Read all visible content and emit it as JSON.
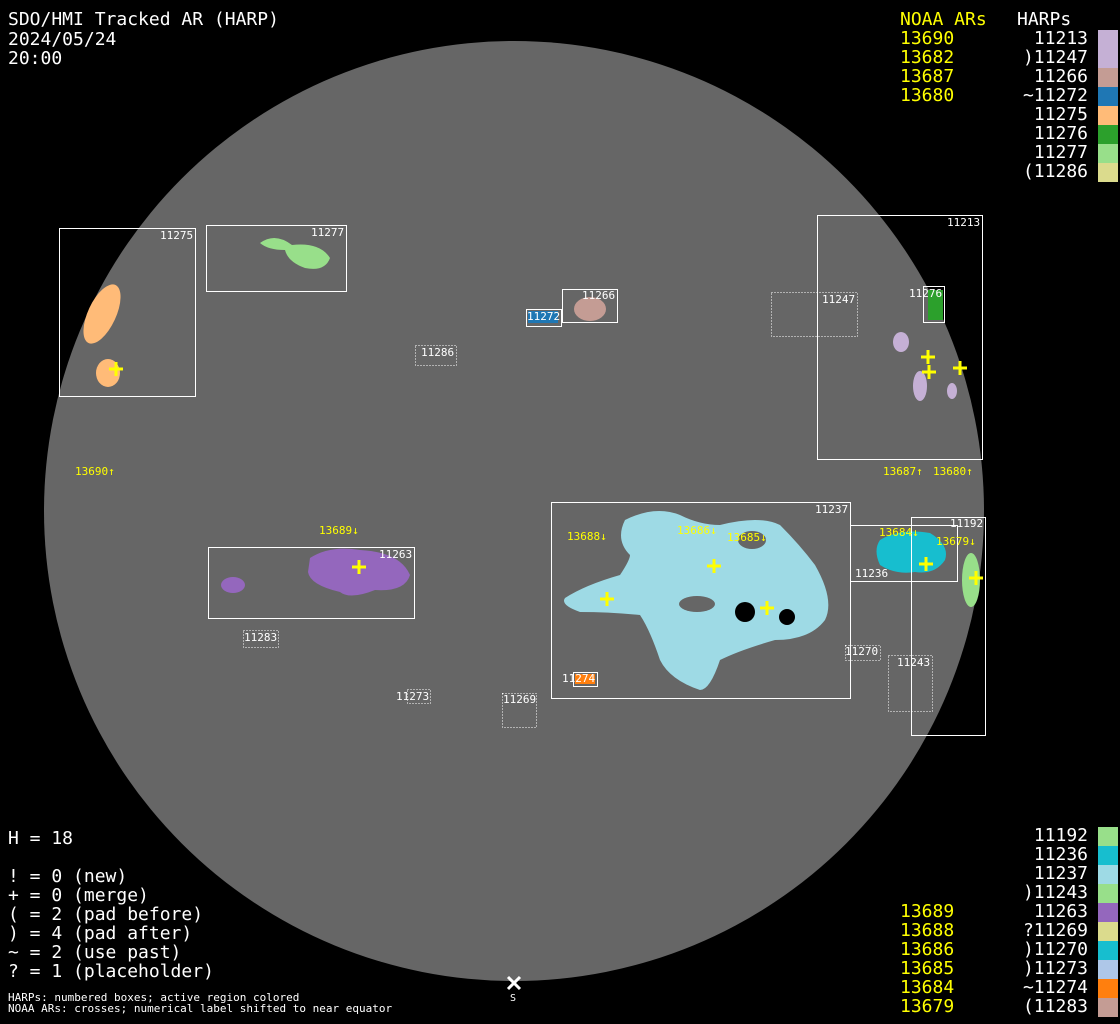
{
  "header": {
    "title": "SDO/HMI Tracked AR (HARP)",
    "date": "2024/05/24",
    "time": "20:00"
  },
  "top_legend": {
    "noaa_header": "NOAA ARs",
    "harp_header": "HARPs",
    "rows": [
      {
        "noaa": "13690",
        "harp": "11213",
        "color": "#c5b0d5"
      },
      {
        "noaa": "13682",
        "harp": ")11247",
        "color": "#c5b0d5"
      },
      {
        "noaa": "13687",
        "harp": "11266",
        "color": "#c49c94"
      },
      {
        "noaa": "13680",
        "harp": "~11272",
        "color": "#1f77b4"
      },
      {
        "noaa": "",
        "harp": "11275",
        "color": "#ffbb78"
      },
      {
        "noaa": "",
        "harp": "11276",
        "color": "#2ca02c"
      },
      {
        "noaa": "",
        "harp": "11277",
        "color": "#98df8a"
      },
      {
        "noaa": "",
        "harp": "(11286",
        "color": "#dbdb8d"
      }
    ]
  },
  "bottom_legend": {
    "rows": [
      {
        "noaa": "",
        "harp": "11192",
        "color": "#98df8a"
      },
      {
        "noaa": "",
        "harp": "11236",
        "color": "#17becf"
      },
      {
        "noaa": "",
        "harp": "11237",
        "color": "#9edae5"
      },
      {
        "noaa": "",
        "harp": ")11243",
        "color": "#98df8a"
      },
      {
        "noaa": "13689",
        "harp": "11263",
        "color": "#9467bd"
      },
      {
        "noaa": "13688",
        "harp": "?11269",
        "color": "#dbdb8d"
      },
      {
        "noaa": "13686",
        "harp": ")11270",
        "color": "#17becf"
      },
      {
        "noaa": "13685",
        "harp": ")11273",
        "color": "#aec7e8"
      },
      {
        "noaa": "13684",
        "harp": "~11274",
        "color": "#ff7f0e"
      },
      {
        "noaa": "13679",
        "harp": "(11283",
        "color": "#c49c94"
      }
    ]
  },
  "stats": {
    "h": "H = 18",
    "lines": [
      "! = 0 (new)",
      "+ = 0 (merge)",
      "( = 2 (pad before)",
      ") = 4 (pad after)",
      "~ = 2 (use past)",
      "? = 1 (placeholder)"
    ]
  },
  "footnotes": [
    "HARPs: numbered boxes; active region colored",
    "NOAA ARs: crosses; numerical label shifted to near equator"
  ],
  "south_marker": "S",
  "disk": {
    "harp_labels": {
      "h11275": "11275",
      "h11277": "11277",
      "h11266": "11266",
      "h11272": "11272",
      "h11286": "11286",
      "h11247": "11247",
      "h11213": "11213",
      "h11276": "11276",
      "h11263": "11263",
      "h11283": "11283",
      "h11273": "11273",
      "h11269": "11269",
      "h11274": "11274",
      "h11237": "11237",
      "h11236": "11236",
      "h11192": "11192",
      "h11270": "11270",
      "h11243": "11243"
    },
    "noaa_labels": {
      "n13690": "13690↑",
      "n13687": "13687↑",
      "n13680": "13680↑",
      "n13689": "13689↓",
      "n13688": "13688↓",
      "n13686": "13686↓",
      "n13685": "13685↓",
      "n13684": "13684↓",
      "n13679": "13679↓"
    }
  }
}
